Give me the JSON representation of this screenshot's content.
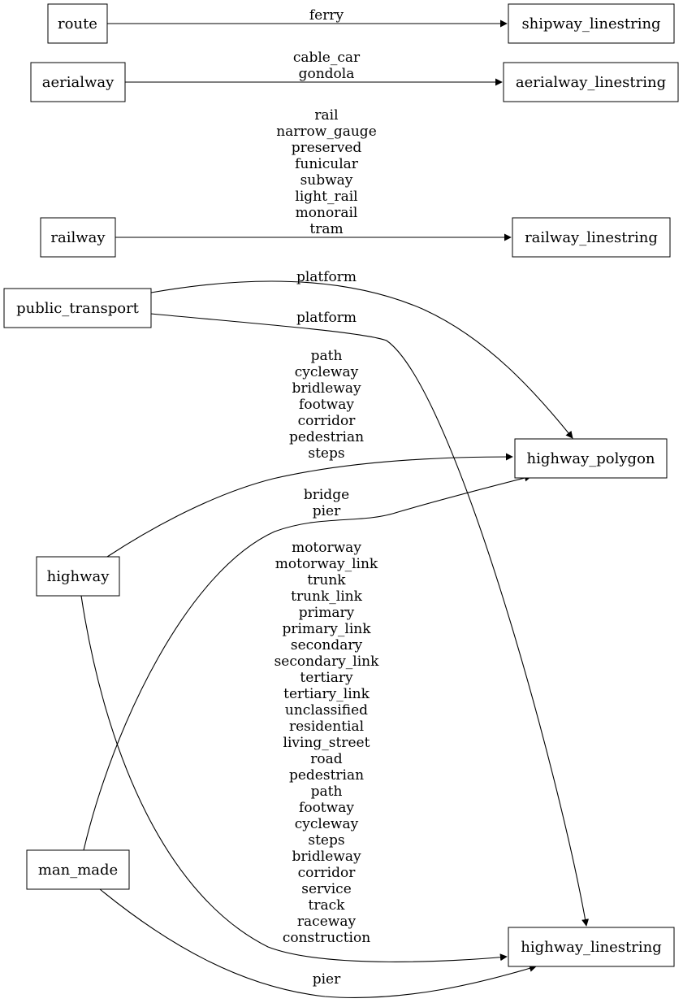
{
  "nodes": {
    "route": "route",
    "aerialway": "aerialway",
    "railway": "railway",
    "public_transport": "public_transport",
    "highway": "highway",
    "man_made": "man_made",
    "shipway_linestring": "shipway_linestring",
    "aerialway_linestring": "aerialway_linestring",
    "railway_linestring": "railway_linestring",
    "highway_polygon": "highway_polygon",
    "highway_linestring": "highway_linestring"
  },
  "edges": {
    "route_to_shipway": [
      "ferry"
    ],
    "aerialway_to_aerialway": [
      "cable_car",
      "gondola"
    ],
    "railway_to_railway": [
      "rail",
      "narrow_gauge",
      "preserved",
      "funicular",
      "subway",
      "light_rail",
      "monorail",
      "tram"
    ],
    "public_transport_to_polygon": [
      "platform"
    ],
    "public_transport_to_linestring": [
      "platform"
    ],
    "highway_to_polygon": [
      "path",
      "cycleway",
      "bridleway",
      "footway",
      "corridor",
      "pedestrian",
      "steps"
    ],
    "man_made_to_polygon": [
      "bridge",
      "pier"
    ],
    "highway_to_linestring": [
      "motorway",
      "motorway_link",
      "trunk",
      "trunk_link",
      "primary",
      "primary_link",
      "secondary",
      "secondary_link",
      "tertiary",
      "tertiary_link",
      "unclassified",
      "residential",
      "living_street",
      "road",
      "pedestrian",
      "path",
      "footway",
      "cycleway",
      "steps",
      "bridleway",
      "corridor",
      "service",
      "track",
      "raceway",
      "construction"
    ],
    "man_made_to_linestring": [
      "pier"
    ]
  }
}
